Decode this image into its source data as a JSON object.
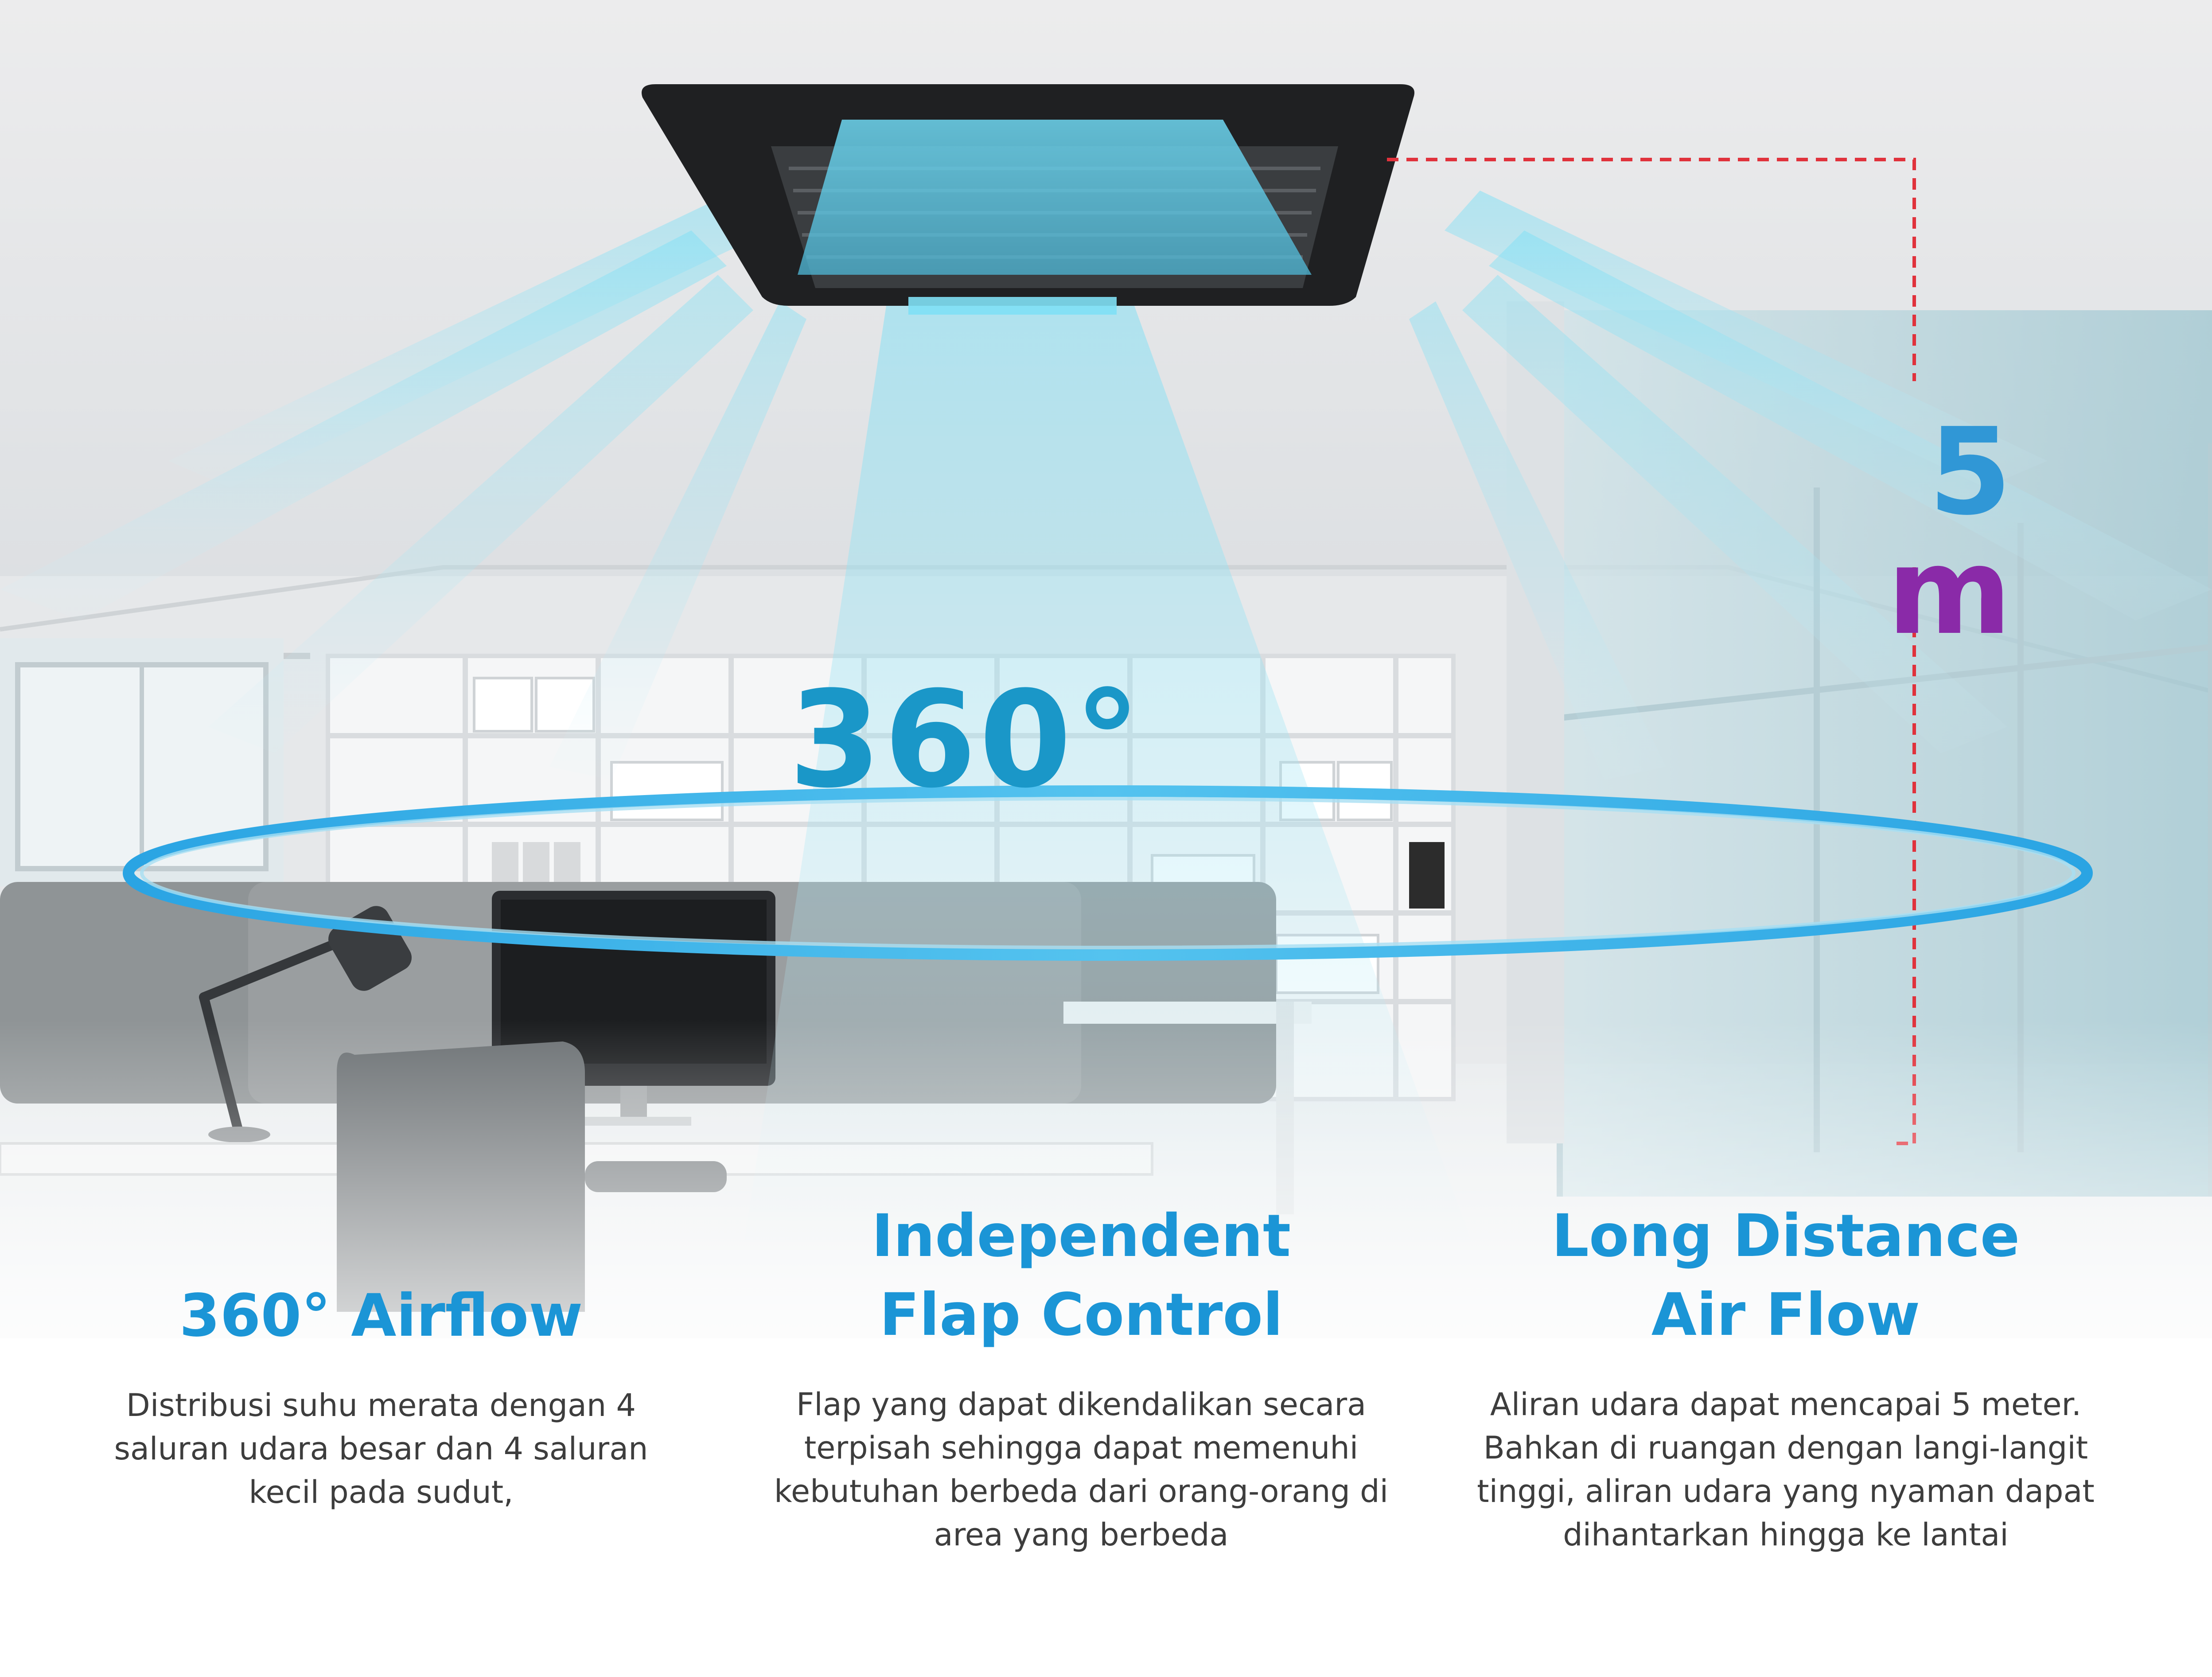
{
  "hero": {
    "angle_label": "360°",
    "height_number": "5",
    "height_unit": "m"
  },
  "features": [
    {
      "title_lines": [
        "360° Airflow"
      ],
      "description_lines": [
        "Distribusi suhu merata dengan 4",
        "saluran udara besar dan 4 saluran",
        "kecil pada sudut,"
      ]
    },
    {
      "title_lines": [
        "Independent",
        "Flap Control"
      ],
      "description_lines": [
        "Flap yang dapat dikendalikan secara",
        "terpisah sehingga dapat memenuhi",
        "kebutuhan berbeda dari orang-orang di",
        "area yang berbeda"
      ]
    },
    {
      "title_lines": [
        "Long Distance",
        "Air Flow"
      ],
      "description_lines": [
        "Aliran udara dapat mencapai 5 meter.",
        "Bahkan di ruangan dengan langi-langit",
        "tinggi, aliran udara yang nyaman dapat",
        "dihantarkan hingga ke lantai"
      ]
    }
  ],
  "colors": {
    "accent_blue": "#1b95d6",
    "airflow_cyan": "#7fd6ee",
    "dimension_red": "#e0323c",
    "unit_black": "#1d1d1f",
    "height_gradient": [
      "#38c3e0",
      "#2a5fc9",
      "#b2198f"
    ]
  }
}
